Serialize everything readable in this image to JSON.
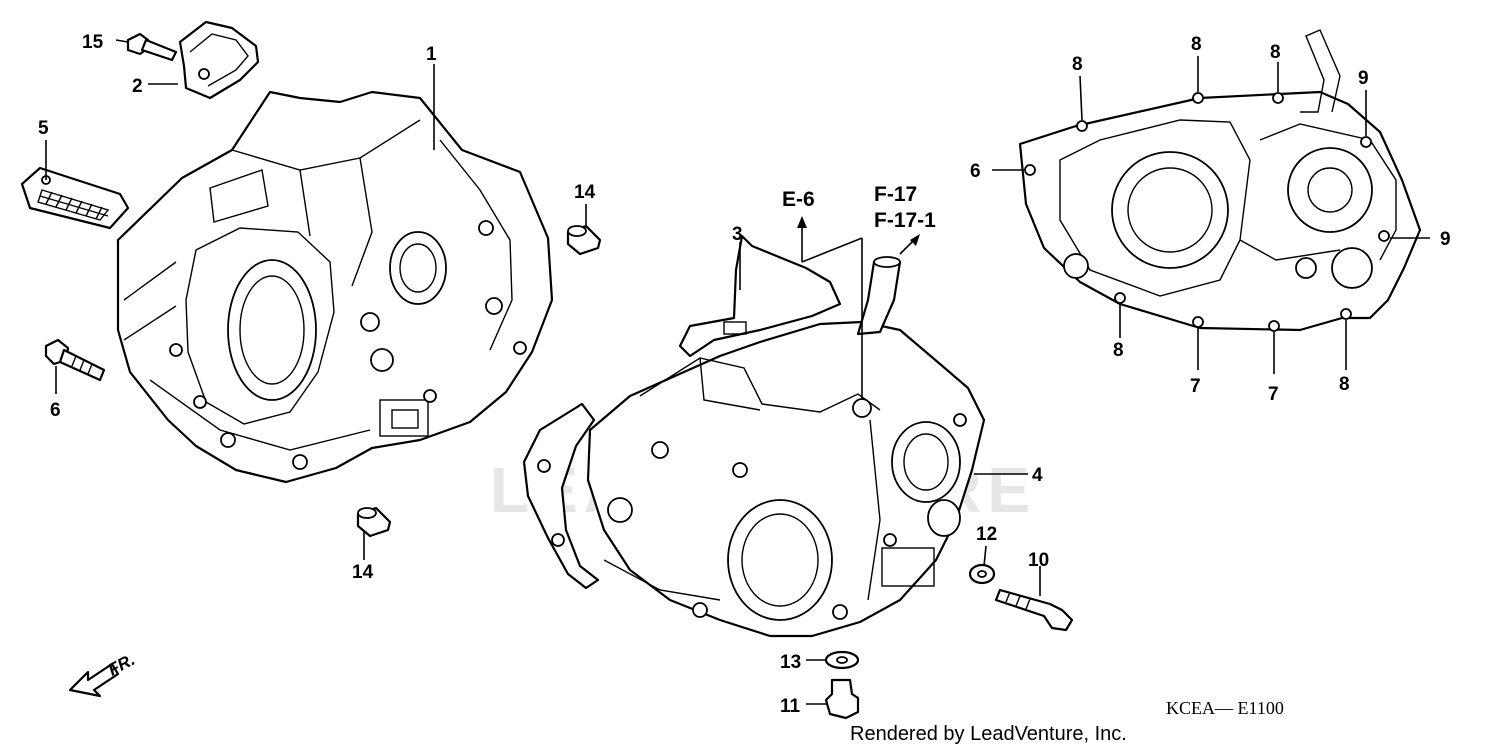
{
  "diagram": {
    "callouts": {
      "c1": "1",
      "c2": "2",
      "c3": "3",
      "c4": "4",
      "c5": "5",
      "c6_left": "6",
      "c6_right": "6",
      "c7_a": "7",
      "c7_b": "7",
      "c8_a": "8",
      "c8_b": "8",
      "c8_c": "8",
      "c8_d": "8",
      "c8_e": "8",
      "c9_a": "9",
      "c9_b": "9",
      "c10": "10",
      "c11": "11",
      "c12": "12",
      "c13": "13",
      "c14_top": "14",
      "c14_bottom": "14",
      "c15": "15"
    },
    "references": {
      "e6": "E-6",
      "f17": "F-17",
      "f17_1": "F-17-1"
    },
    "front_marker": "FR.",
    "drawing_code": "KCEA— E1100",
    "credit": "Rendered by LeadVenture, Inc.",
    "watermark": "LEADVENTURE"
  }
}
